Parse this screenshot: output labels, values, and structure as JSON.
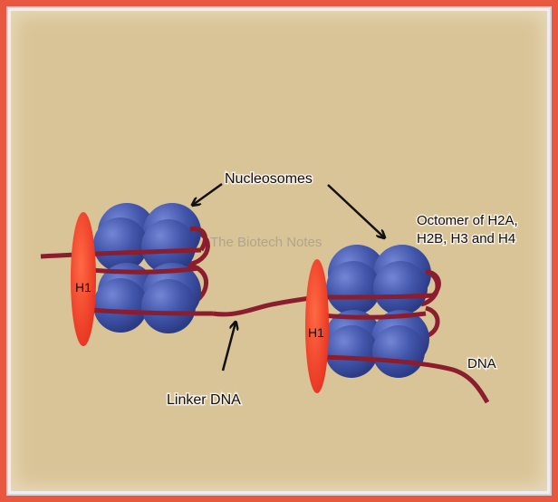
{
  "labels": {
    "nucleosomes": "Nucleosomes",
    "octomer_line1": "Octomer of H2A,",
    "octomer_line2": "H2B, H3 and H4",
    "linker_dna": "Linker DNA",
    "dna": "DNA",
    "h1_left": "H1",
    "h1_right": "H1",
    "watermark": "The Biotech Notes"
  },
  "colors": {
    "frame": "#e8573f",
    "background": "#d9c497",
    "histone": "#3f52a8",
    "histone_highlight": "#6f82d0",
    "dna_strand": "#8a1d2e",
    "h1_protein": "#ee3a24",
    "arrow": "#111111"
  }
}
